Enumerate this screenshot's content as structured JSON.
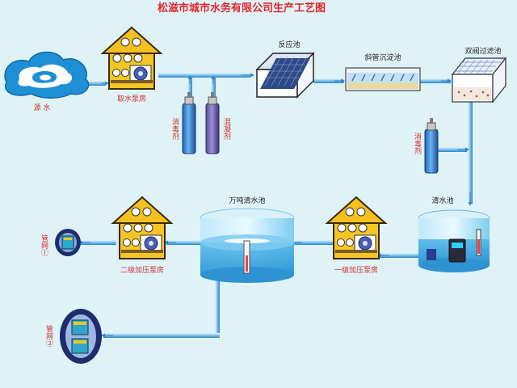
{
  "title": "松滋市城市水务有限公司生产工艺图",
  "labels": {
    "source": "源 水",
    "intake": "取水泵房",
    "reaction": "反应池",
    "settling": "斜管沉淀池",
    "filter": "双阀过滤池",
    "disinfect1": "消毒剂",
    "coagulant": "混凝剂",
    "disinfect2": "消毒剂",
    "clear": "清水池",
    "booster1": "一级加压泵房",
    "tank": "万吨清水池",
    "booster2": "二级加压泵房",
    "net1": "管网①",
    "net2": "管网②"
  },
  "colors": {
    "background": "#dff3f7",
    "pipe": "#2f86c8",
    "pipe_light": "#bfe3f5",
    "label": "#d52a2f",
    "house_roof": "#f4c11f",
    "house_body": "#f5c623"
  },
  "icons": [
    "water-source-icon",
    "pump-house-icon",
    "chemical-cylinder-icon",
    "reaction-tank-icon",
    "settling-tank-icon",
    "filter-tank-icon",
    "water-tank-icon",
    "pipe-network-icon"
  ]
}
